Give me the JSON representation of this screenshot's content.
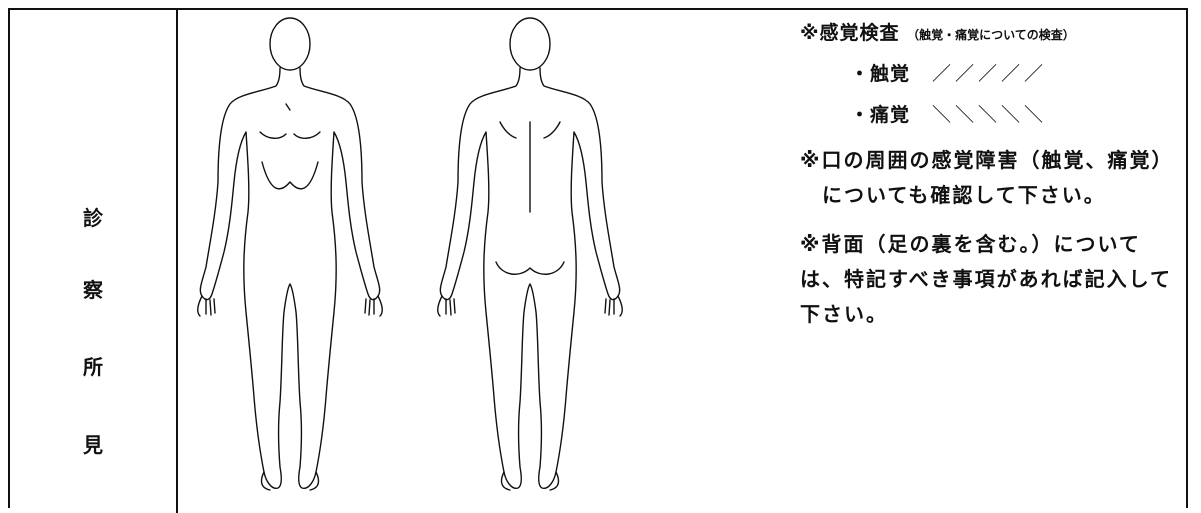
{
  "section": {
    "label_chars": [
      "診",
      "察",
      "所",
      "見"
    ]
  },
  "figures": {
    "front_icon": "human-body-front-outline",
    "back_icon": "human-body-back-outline"
  },
  "notes": {
    "sensory_exam_title": "※感覚検査",
    "sensory_exam_subtitle": "（触覚・痛覚についての検査）",
    "touch_label": "・触覚",
    "touch_mark": "／／／／／",
    "pain_label": "・痛覚",
    "pain_mark": "＼＼＼＼＼",
    "mouth_note": "※口の周囲の感覚障害（触覚、痛覚）についても確認して下さい。",
    "back_note": "※背面（足の裏を含む。）については、特記すべき事項があれば記入して下さい。"
  }
}
